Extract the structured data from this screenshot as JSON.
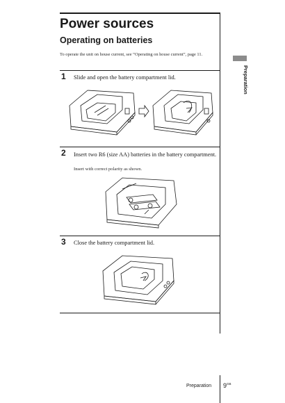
{
  "header": {
    "title": "Power sources",
    "section": "Operating on batteries",
    "intro": "To operate the unit on house current, see “Operating on house current”, page 11."
  },
  "side_tab": {
    "label": "Preparation"
  },
  "steps": [
    {
      "number": "1",
      "text": "Slide and open the battery compartment lid."
    },
    {
      "number": "2",
      "text": "Insert two R6 (size AA) batteries in the battery compartment.",
      "note": "Insert with correct polarity as shown."
    },
    {
      "number": "3",
      "text": "Close the battery compartment lid."
    }
  ],
  "footer": {
    "section": "Preparation",
    "page": "9",
    "page_suffix": "GB"
  }
}
